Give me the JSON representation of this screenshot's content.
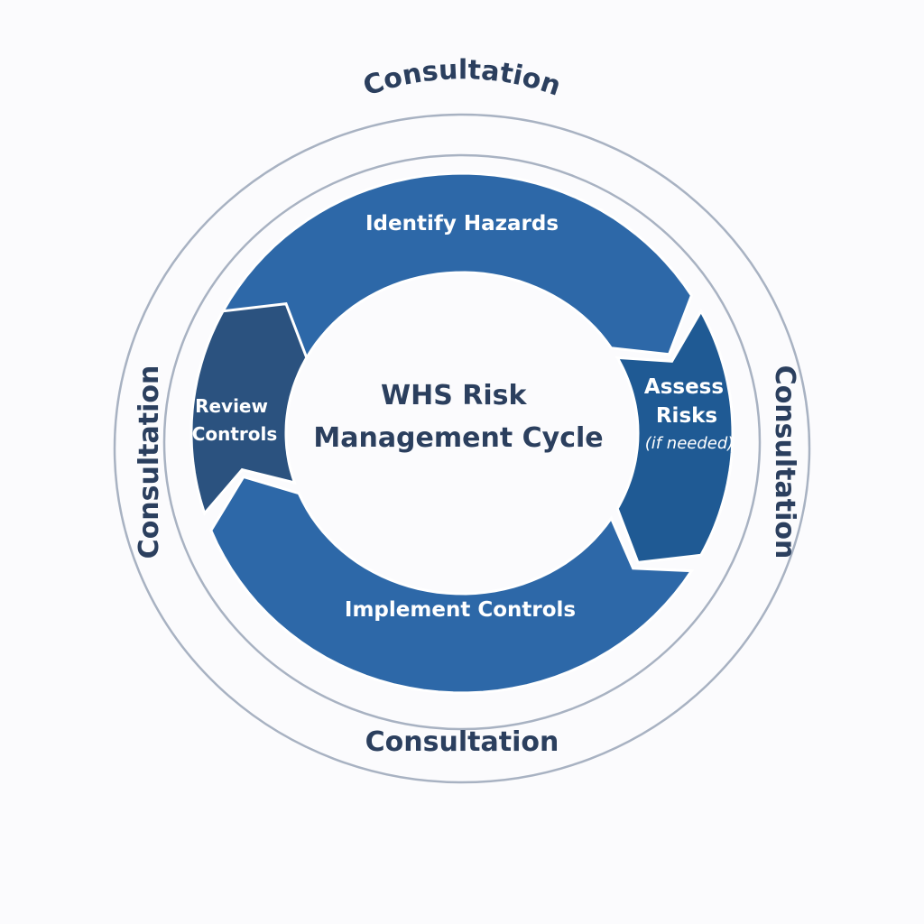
{
  "diagram": {
    "title_lines": [
      "WHS Risk",
      "Management Cycle"
    ],
    "outer_ring_label": "Consultation",
    "outer_ring_labels": [
      "Consultation",
      "Consultation",
      "Consultation",
      "Consultation"
    ],
    "steps": [
      {
        "id": "identify",
        "lines": [
          "Identify Hazards"
        ],
        "color": "#2d68a8"
      },
      {
        "id": "assess",
        "lines": [
          "Assess",
          "Risks",
          "(if needed)"
        ],
        "color": "#1f5a94"
      },
      {
        "id": "implement",
        "lines": [
          "Implement Controls"
        ],
        "color": "#2d68a8"
      },
      {
        "id": "review",
        "lines": [
          "Review",
          "Controls"
        ],
        "color": "#2b527f"
      }
    ],
    "colors": {
      "ring_stroke": "#a8b2c2",
      "text_dark": "#2b3f5e",
      "background": "#fbfbfd"
    }
  }
}
